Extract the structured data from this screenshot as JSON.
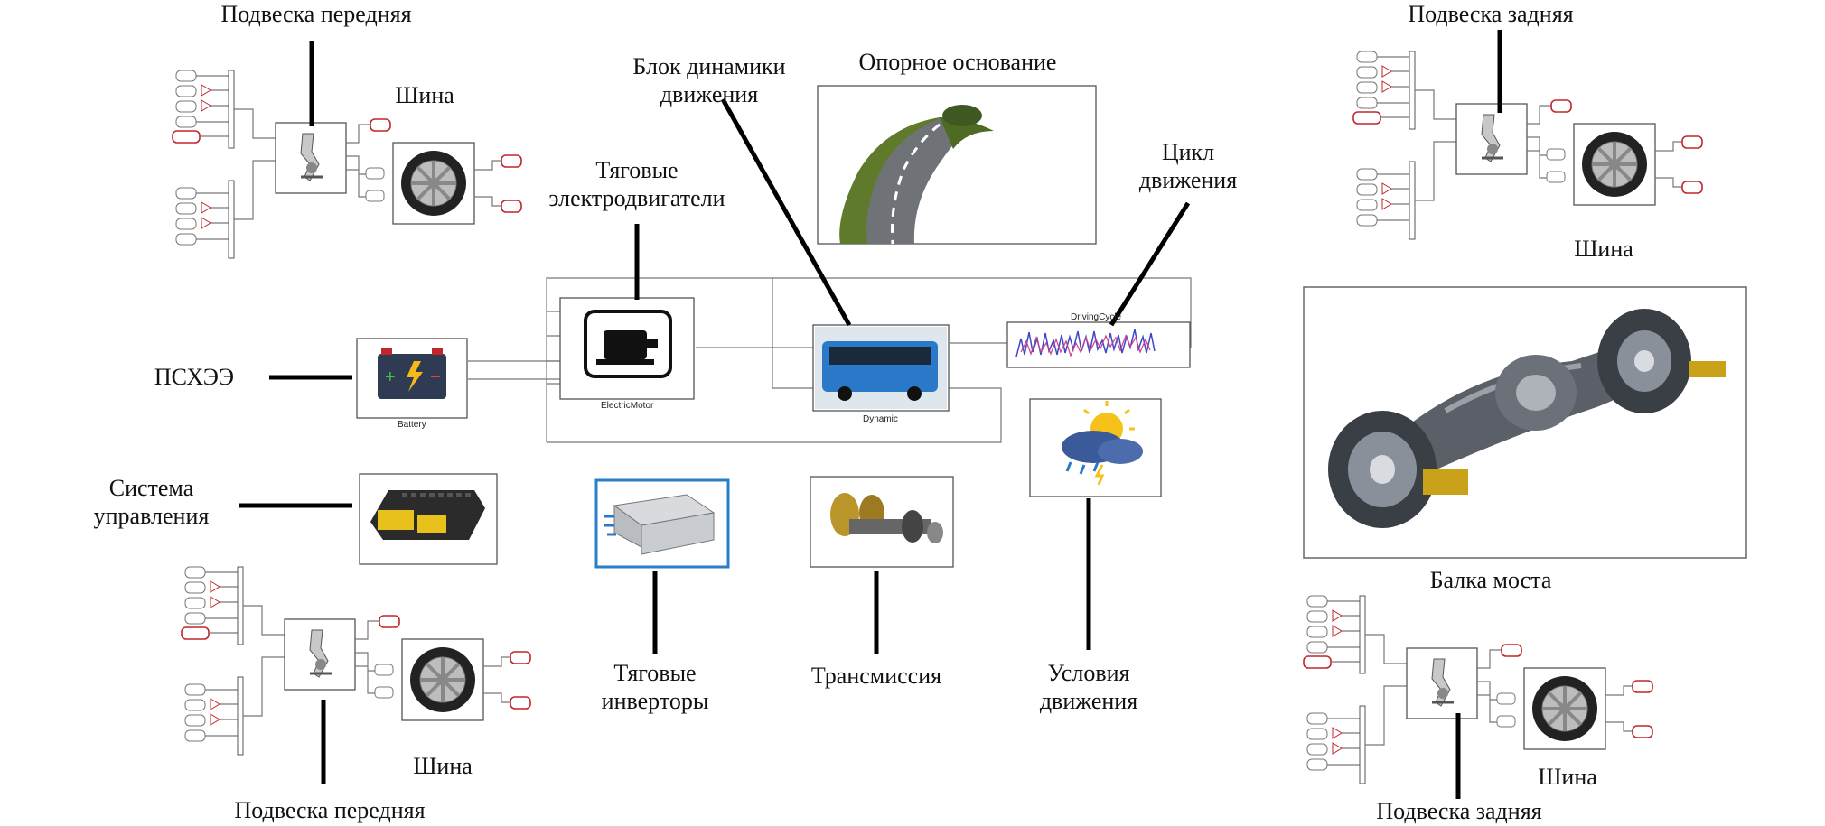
{
  "labels": {
    "front_suspension_top": "Подвеска передняя",
    "tire_top_left": "Шина",
    "dynamics_block": "Блок динамики\nдвижения",
    "reference_base": "Опорное основание",
    "traction_motors": "Тяговые\nэлектродвигатели",
    "drive_cycle": "Цикл\nдвижения",
    "rear_suspension_top": "Подвеска задняя",
    "tire_top_right": "Шина",
    "pskhee": "ПСХЭЭ",
    "control_system": "Система\nуправления",
    "axle_beam": "Балка моста",
    "traction_inverters": "Тяговые\nинверторы",
    "transmission": "Трансмиссия",
    "driving_conditions": "Условия\nдвижения",
    "tire_bottom_left": "Шина",
    "front_suspension_bottom": "Подвеска передняя",
    "tire_bottom_right": "Шина",
    "rear_suspension_bottom": "Подвеска задняя"
  },
  "block_captions": {
    "battery": "Battery",
    "electric_motor": "ElectricMotor",
    "dynamic": "Dynamic",
    "driving_cycle": "DrivingCycle"
  },
  "colors": {
    "pointer": "#000000",
    "block_border": "#555555",
    "wire": "#777777",
    "inverter_border": "#2a7fc9",
    "port_red": "#c0262b",
    "road_green": "#5f7a2a",
    "bus_blue": "#2a78c8"
  }
}
